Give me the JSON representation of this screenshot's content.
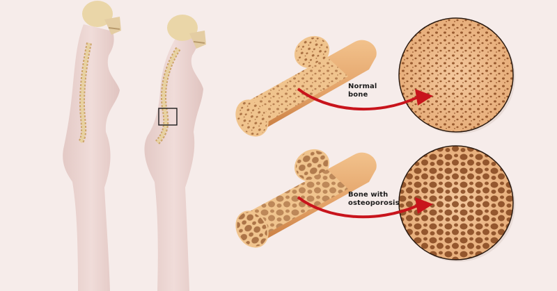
{
  "figure": {
    "title": "",
    "background": "#f6ecea",
    "figures": [
      {
        "id": "figure-healthy-posture",
        "description": "Side profile of female figure with normal upright spine",
        "spine_visible": true
      },
      {
        "id": "figure-osteoporosis-posture",
        "description": "Side profile of female figure with hunched spine (kyphosis)",
        "spine_visible": true,
        "highlight_box": "lower spine region"
      }
    ],
    "colors": {
      "skin": "#ecd6d3",
      "skin_shadow": "#d8bdb8",
      "bone": "#e9b17a",
      "bone_dark": "#c9783c",
      "pore": "#8a4a20",
      "skull": "#e8d2a8",
      "arrow": "#c8141c",
      "circle_outline": "#2a1a10"
    }
  },
  "labels": {
    "normal": {
      "line1": "Normal",
      "line2": "bone"
    },
    "osteoporosis": {
      "line1": "Bone with",
      "line2": "osteoporosis"
    }
  }
}
